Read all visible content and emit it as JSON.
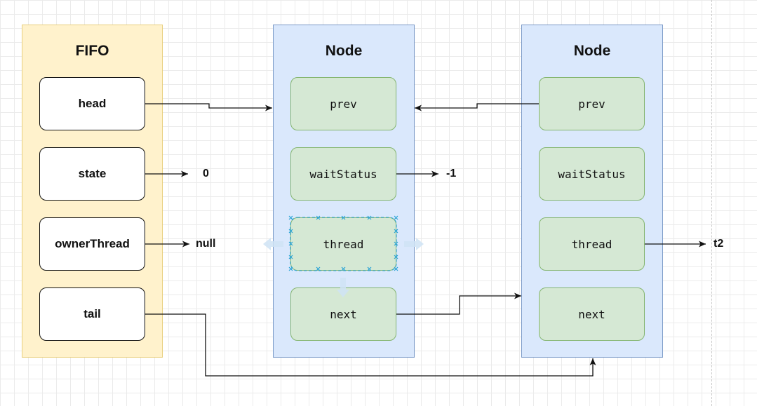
{
  "fifo": {
    "title": "FIFO",
    "fields": [
      "head",
      "state",
      "ownerThread",
      "tail"
    ]
  },
  "node1": {
    "title": "Node",
    "fields": [
      "prev",
      "waitStatus",
      "thread",
      "next"
    ]
  },
  "node2": {
    "title": "Node",
    "fields": [
      "prev",
      "waitStatus",
      "thread",
      "next"
    ]
  },
  "values": {
    "state": "0",
    "owner_thread": "null",
    "wait_status": "-1",
    "thread": "t2"
  },
  "colors": {
    "fifo_fill": "#fff2cc",
    "node_fill": "#dae8fc",
    "field_fill": "#d5e8d4",
    "selection": "#29a3d6"
  },
  "selection": {
    "selected_field": "node1.thread",
    "handle_icons": [
      "arrow-left-icon",
      "arrow-right-icon",
      "arrow-down-icon"
    ]
  }
}
